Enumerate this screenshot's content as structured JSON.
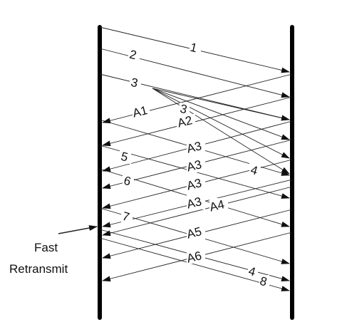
{
  "diagram": {
    "side_label_line1": "Fast",
    "side_label_line2": "Retransmit",
    "segments": [
      {
        "label": "1",
        "direction": "sender-to-receiver"
      },
      {
        "label": "2",
        "direction": "sender-to-receiver"
      },
      {
        "label": "3",
        "direction": "sender-to-receiver"
      },
      {
        "label": "4",
        "direction": "sender-to-receiver",
        "lost": true
      },
      {
        "label": "5",
        "direction": "sender-to-receiver"
      },
      {
        "label": "6",
        "direction": "sender-to-receiver"
      },
      {
        "label": "7",
        "direction": "sender-to-receiver"
      },
      {
        "label": "4",
        "direction": "sender-to-receiver",
        "retransmission": true
      },
      {
        "label": "8",
        "direction": "sender-to-receiver"
      }
    ],
    "acks": [
      {
        "label": "A1",
        "direction": "receiver-to-sender"
      },
      {
        "label": "A2",
        "direction": "receiver-to-sender"
      },
      {
        "label": "A3",
        "direction": "receiver-to-sender"
      },
      {
        "label": "A3",
        "direction": "receiver-to-sender"
      },
      {
        "label": "A3",
        "direction": "receiver-to-sender"
      },
      {
        "label": "A3",
        "direction": "receiver-to-sender"
      },
      {
        "label": "A4",
        "direction": "receiver-to-sender"
      },
      {
        "label": "A5",
        "direction": "receiver-to-sender"
      },
      {
        "label": "A6",
        "direction": "receiver-to-sender"
      }
    ],
    "fan_label": "3"
  }
}
